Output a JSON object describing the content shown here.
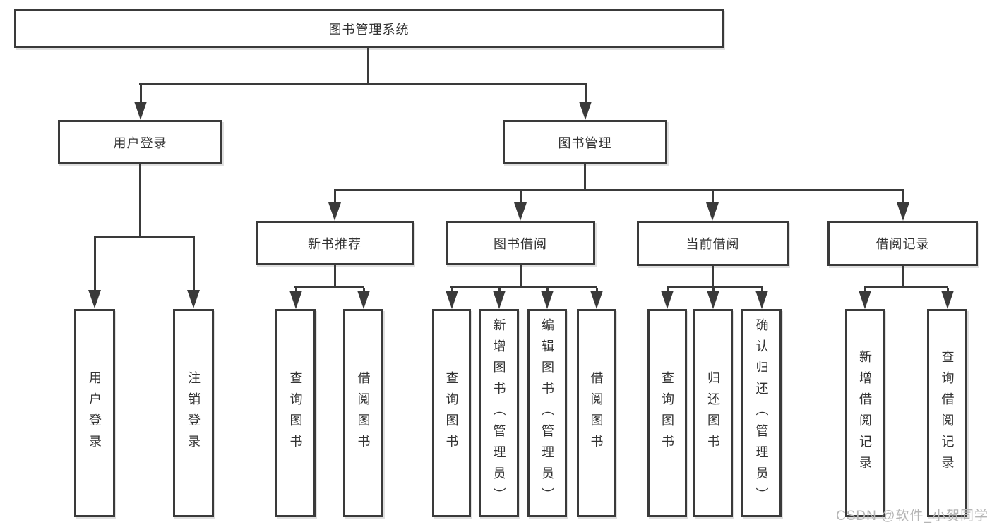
{
  "root": {
    "label": "图书管理系统"
  },
  "level2": {
    "user_login": {
      "label": "用户登录"
    },
    "book_mgmt": {
      "label": "图书管理"
    }
  },
  "level3": {
    "new_books": {
      "label": "新书推荐"
    },
    "borrowing": {
      "label": "图书借阅"
    },
    "current": {
      "label": "当前借阅"
    },
    "records": {
      "label": "借阅记录"
    }
  },
  "leaves": {
    "user_login": [
      {
        "label": "用户登录"
      },
      {
        "label": "注销登录"
      }
    ],
    "new_books": [
      {
        "label": "查询图书"
      },
      {
        "label": "借阅图书"
      }
    ],
    "borrowing": [
      {
        "label": "查询图书"
      },
      {
        "label": "新增图书（管理员）"
      },
      {
        "label": "编辑图书（管理员）"
      },
      {
        "label": "借阅图书"
      }
    ],
    "current": [
      {
        "label": "查询图书"
      },
      {
        "label": "归还图书"
      },
      {
        "label": "确认归还（管理员）"
      }
    ],
    "records": [
      {
        "label": "新增借阅记录"
      },
      {
        "label": "查询借阅记录"
      }
    ]
  },
  "watermark": {
    "text": "CSDN @软件_小贺同学"
  },
  "colors": {
    "line": "#3a3a3a",
    "text": "#333333",
    "watermark": "#b5b5b5",
    "background": "#ffffff",
    "box_fill": "#ffffff"
  }
}
